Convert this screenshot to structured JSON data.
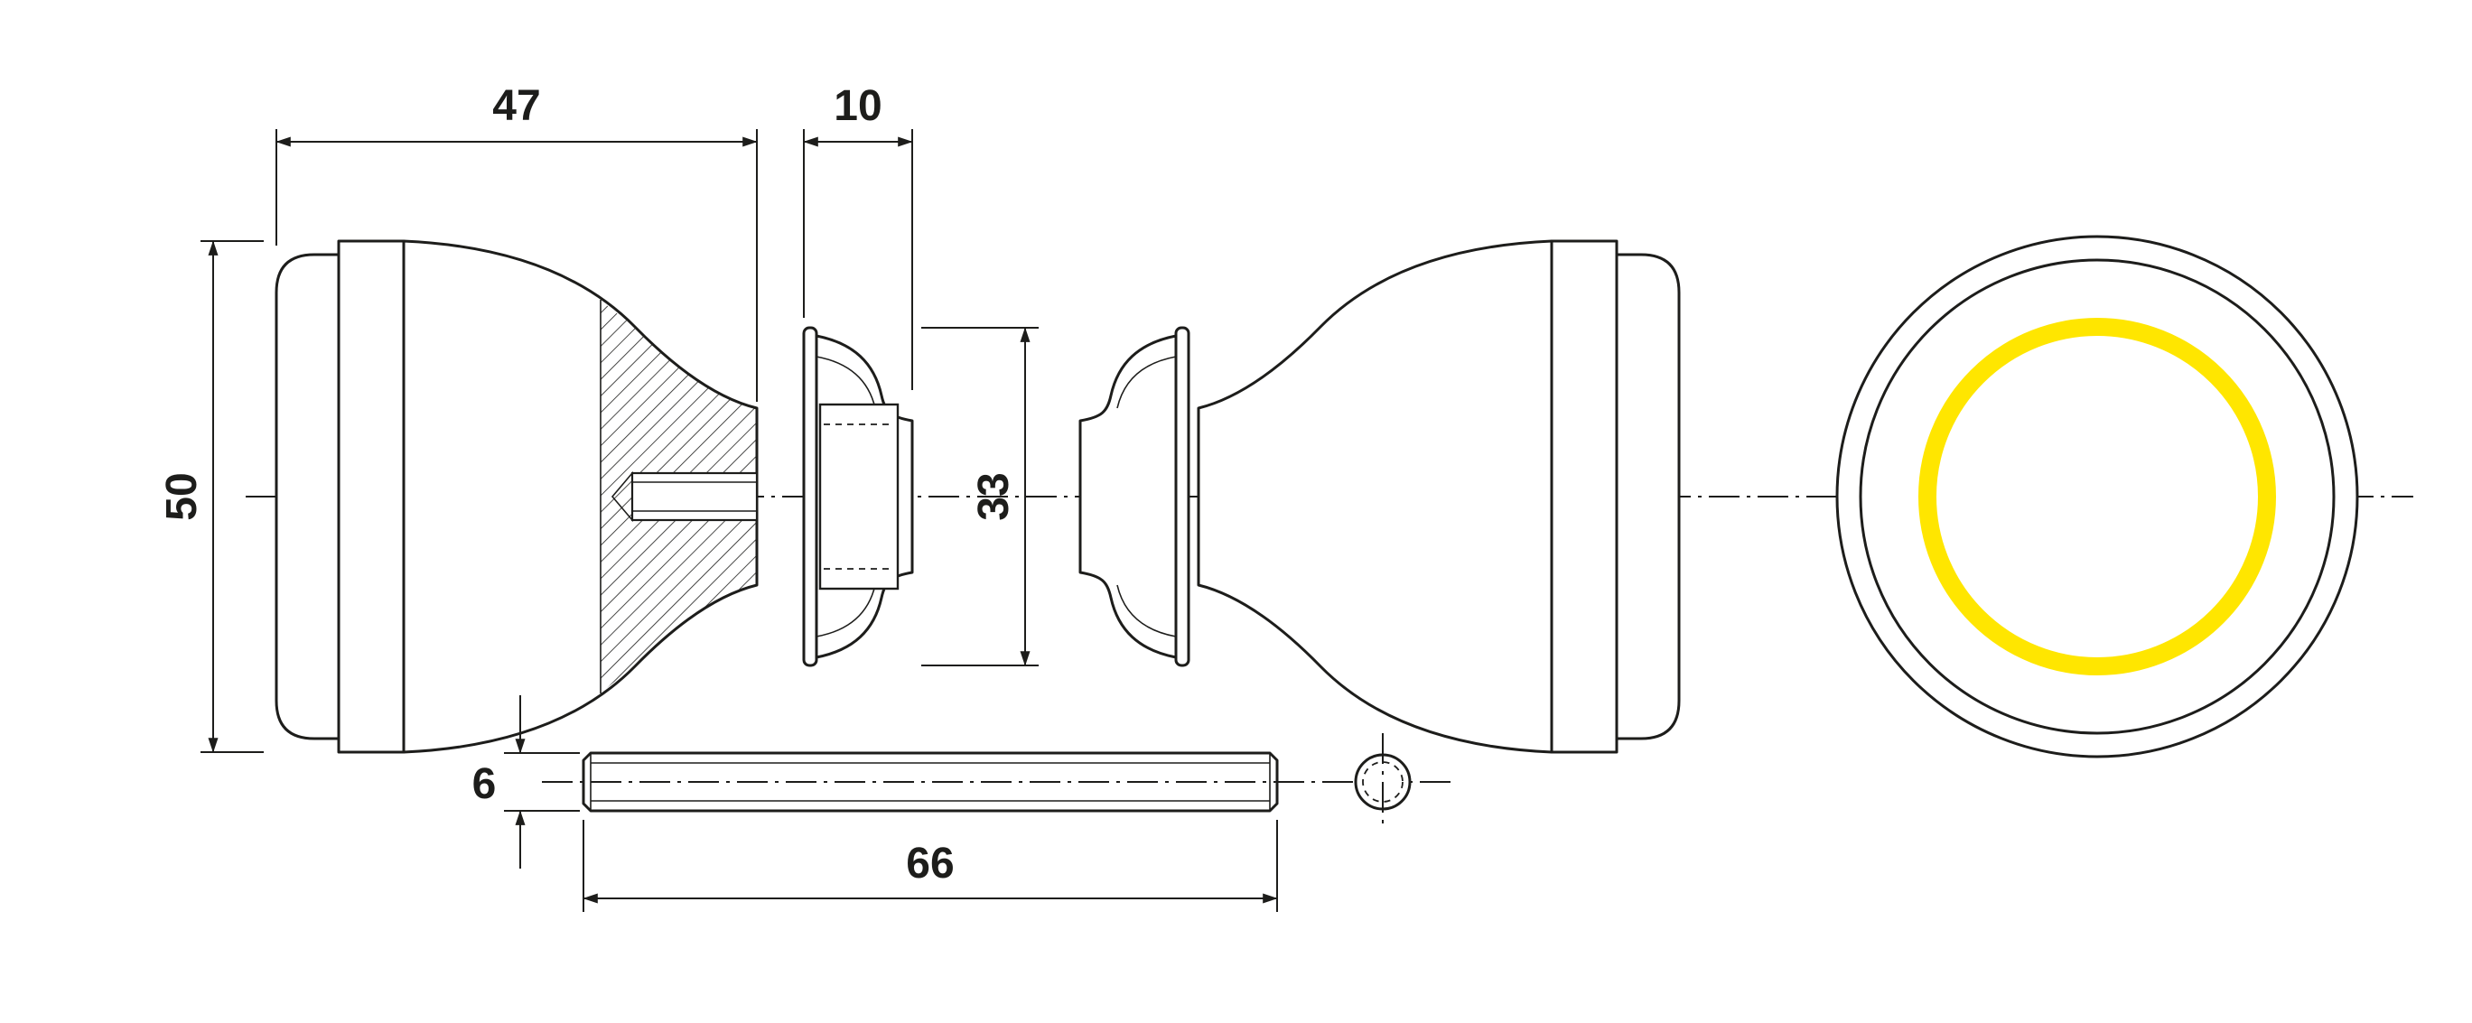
{
  "drawing": {
    "type": "technical-drawing",
    "subject": "door-knob-set-exploded-view",
    "background_color": "#ffffff",
    "line_color": "#1d1d1b",
    "highlight_color": "#ffe600",
    "dimensions": {
      "knob_depth": "47",
      "rose_width": "10",
      "knob_diameter": "50",
      "rose_diameter": "33",
      "spindle_thickness": "6",
      "spindle_length": "66"
    }
  }
}
